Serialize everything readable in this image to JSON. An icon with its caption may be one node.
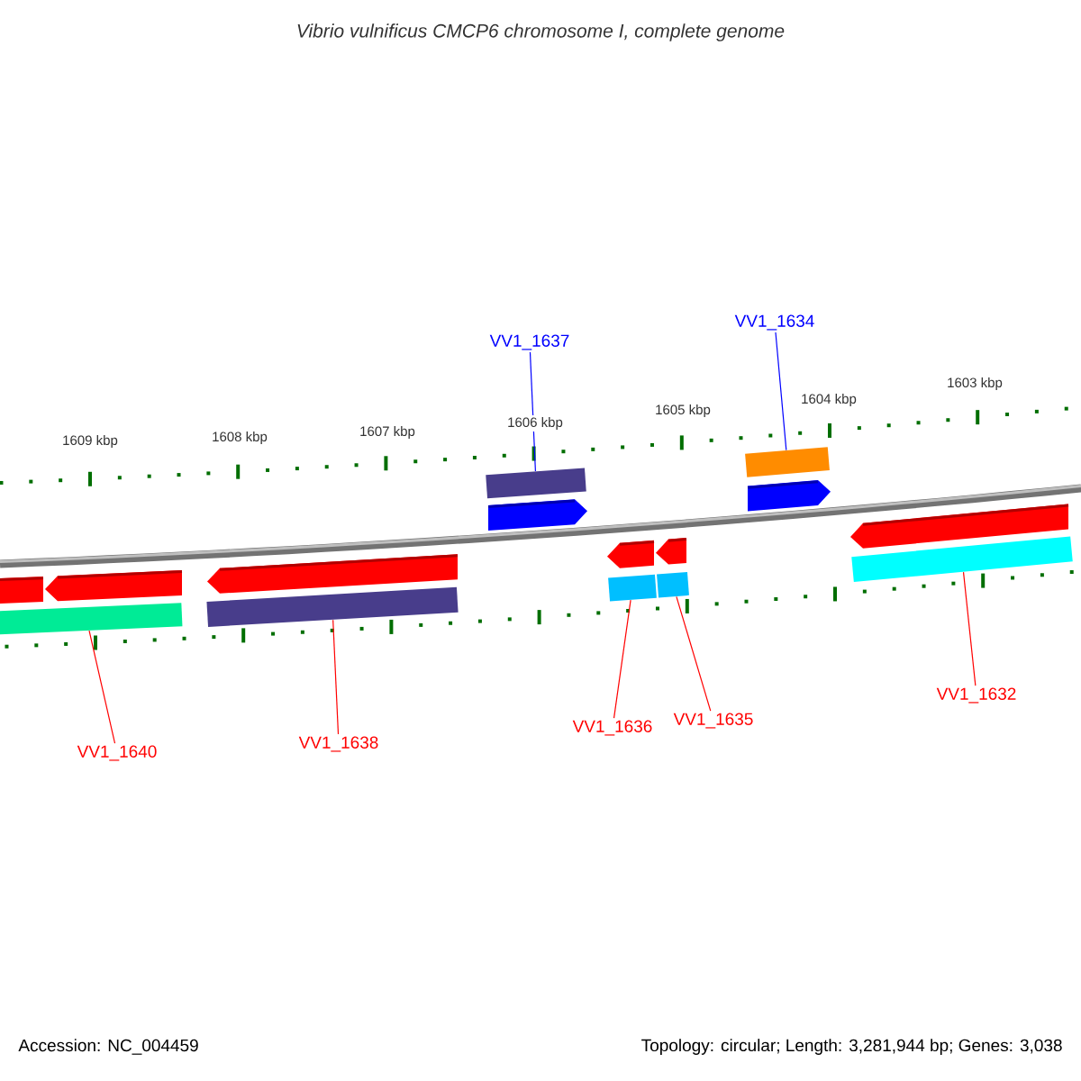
{
  "diagram": {
    "title": "Vibrio vulnificus CMCP6 chromosome I, complete genome",
    "nodes": [
      {
        "text": [
          "VV1_1637"
        ]
      },
      {
        "text": [
          "VV1_1634"
        ]
      },
      {
        "text": [
          "VV1_1640"
        ]
      },
      {
        "text": [
          "VV1_1638"
        ]
      },
      {
        "text": [
          "VV1_1636"
        ]
      },
      {
        "text": [
          "VV1_1635"
        ]
      },
      {
        "text": [
          "VV1_1632"
        ]
      },
      {
        "text": [],
        "shape": "bar"
      },
      {
        "text": [],
        "shape": "bar"
      },
      {
        "text": [],
        "shape": "bar"
      },
      {
        "text": [],
        "shape": "bar"
      },
      {
        "text": [],
        "shape": "bar"
      },
      {
        "text": [],
        "shape": "bar"
      },
      {
        "text": [],
        "shape": "bar"
      }
    ],
    "edges": [
      {
        "from": 0,
        "to": 7,
        "arrow": "none",
        "color": "#0000ff"
      },
      {
        "from": 1,
        "to": 8,
        "arrow": "none",
        "color": "#0000ff"
      },
      {
        "from": 2,
        "to": 9,
        "arrow": "none"
      },
      {
        "from": 3,
        "to": 10,
        "arrow": "none"
      },
      {
        "from": 4,
        "to": 11,
        "arrow": "none"
      },
      {
        "from": 5,
        "to": 12,
        "arrow": "none"
      },
      {
        "from": 6,
        "to": 13,
        "arrow": "none"
      }
    ],
    "labels": [
      "1609 kbp",
      "1608 kbp",
      "1607 kbp",
      "1606 kbp",
      "1605 kbp",
      "1604 kbp",
      "1603 kbp",
      "Accession: NC_004459",
      "Topology: circular; Length: 3,281,944 bp; Genes: 3,038"
    ]
  }
}
